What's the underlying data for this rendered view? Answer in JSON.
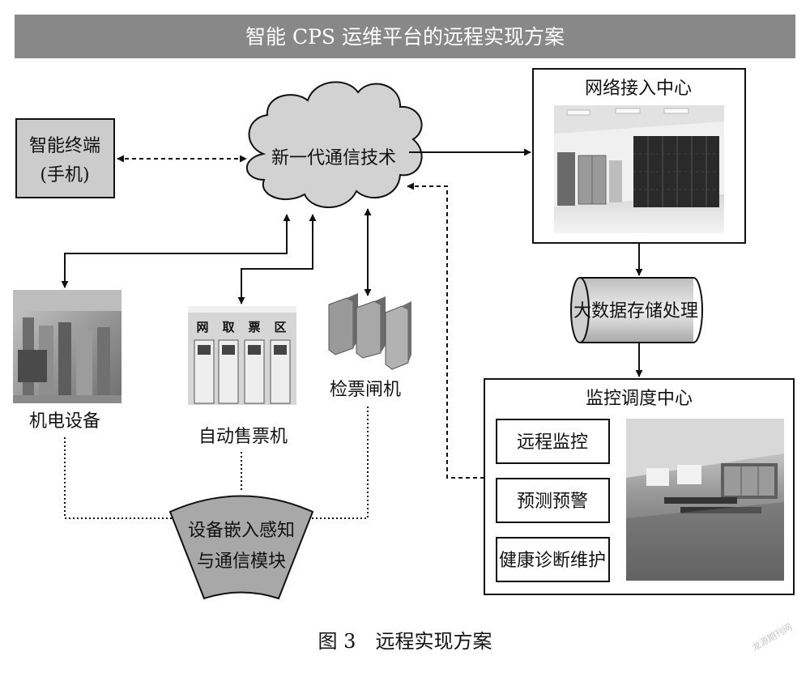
{
  "title": "智能 CPS 运维平台的远程实现方案",
  "nodes": {
    "smart_terminal": {
      "line1": "智能终端",
      "line2": "(手机)"
    },
    "cloud": "新一代通信技术",
    "network_center": "网络接入中心",
    "bigdata": "大数据存储处理",
    "monitor_center": "监控调度中心",
    "remote_monitor": "远程监控",
    "predict_warning": "预测预警",
    "health_diagnosis": "健康诊断维护",
    "electromech": "机电设备",
    "ticket_machine": "自动售票机",
    "sign_chars": [
      "网",
      "取",
      "票",
      "区"
    ],
    "gate": "检票闸机",
    "module": {
      "line1": "设备嵌入感知",
      "line2": "与通信模块"
    }
  },
  "caption": "图 3　远程实现方案",
  "watermark": "龙源期刊网"
}
